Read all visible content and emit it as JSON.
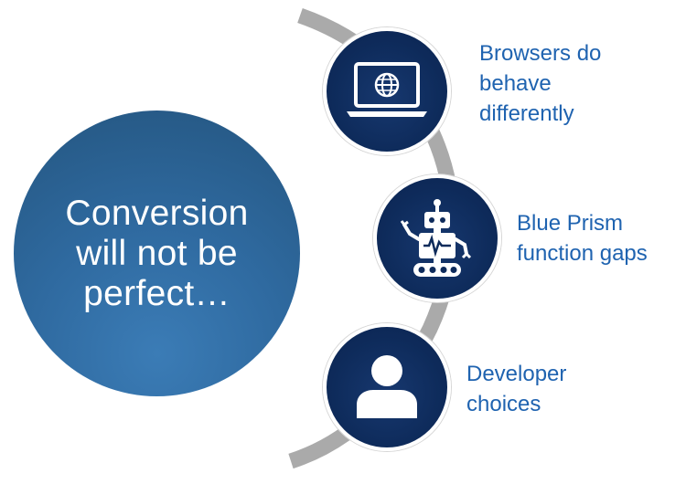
{
  "center": {
    "text": "Conversion\nwill not be\nperfect…"
  },
  "items": [
    {
      "label": "Browsers do\nbehave\ndifferently",
      "icon": "laptop-globe-icon"
    },
    {
      "label": "Blue Prism\nfunction gaps",
      "icon": "robot-icon"
    },
    {
      "label": "Developer\nchoices",
      "icon": "person-icon"
    }
  ],
  "colors": {
    "center_fill": "#2f6aa0",
    "node_fill": "#0e2b5b",
    "label_text": "#1f63b0",
    "arc": "#aaaaaa"
  }
}
